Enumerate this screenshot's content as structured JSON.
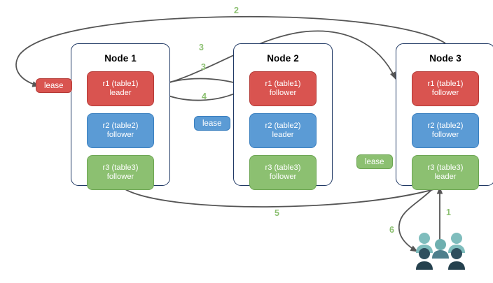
{
  "diagram": {
    "title": "Multi-node replica lease diagram",
    "background": "#ffffff",
    "colors": {
      "replica_red": "#D95450",
      "replica_blue": "#5B9BD5",
      "replica_green": "#8CC071",
      "node_border": "#1F3864",
      "edge_stroke": "#555555",
      "label_color": "#8CC071",
      "user_light": "#7FBDBD",
      "user_dark": "#2E4F5E"
    }
  },
  "nodes": [
    {
      "name": "node-1",
      "title": "Node 1",
      "replicas": [
        {
          "id": "r1",
          "line1": "r1 (table1)",
          "line2": "leader",
          "color": "red"
        },
        {
          "id": "r2",
          "line1": "r2 (table2)",
          "line2": "follower",
          "color": "blue"
        },
        {
          "id": "r3",
          "line1": "r3 (table3)",
          "line2": "follower",
          "color": "green"
        }
      ]
    },
    {
      "name": "node-2",
      "title": "Node 2",
      "replicas": [
        {
          "id": "r1",
          "line1": "r1 (table1)",
          "line2": "follower",
          "color": "red"
        },
        {
          "id": "r2",
          "line1": "r2 (table2)",
          "line2": "leader",
          "color": "blue"
        },
        {
          "id": "r3",
          "line1": "r3 (table3)",
          "line2": "follower",
          "color": "green"
        }
      ]
    },
    {
      "name": "node-3",
      "title": "Node 3",
      "replicas": [
        {
          "id": "r1",
          "line1": "r1 (table1)",
          "line2": "follower",
          "color": "red"
        },
        {
          "id": "r2",
          "line1": "r2 (table2)",
          "line2": "follower",
          "color": "blue"
        },
        {
          "id": "r3",
          "line1": "r3 (table3)",
          "line2": "leader",
          "color": "green"
        }
      ]
    }
  ],
  "leases": [
    {
      "name": "lease-badge-table1",
      "label": "lease",
      "color": "red"
    },
    {
      "name": "lease-badge-table2",
      "label": "lease",
      "color": "blue"
    },
    {
      "name": "lease-badge-table3",
      "label": "lease",
      "color": "green"
    }
  ],
  "edge_labels": [
    {
      "name": "edge-label-2",
      "text": "2"
    },
    {
      "name": "edge-label-3a",
      "text": "3"
    },
    {
      "name": "edge-label-3b",
      "text": "3"
    },
    {
      "name": "edge-label-4",
      "text": "4"
    },
    {
      "name": "edge-label-5",
      "text": "5"
    },
    {
      "name": "edge-label-1",
      "text": "1"
    },
    {
      "name": "edge-label-6",
      "text": "6"
    }
  ],
  "icons": {
    "users": "users-group-icon"
  }
}
